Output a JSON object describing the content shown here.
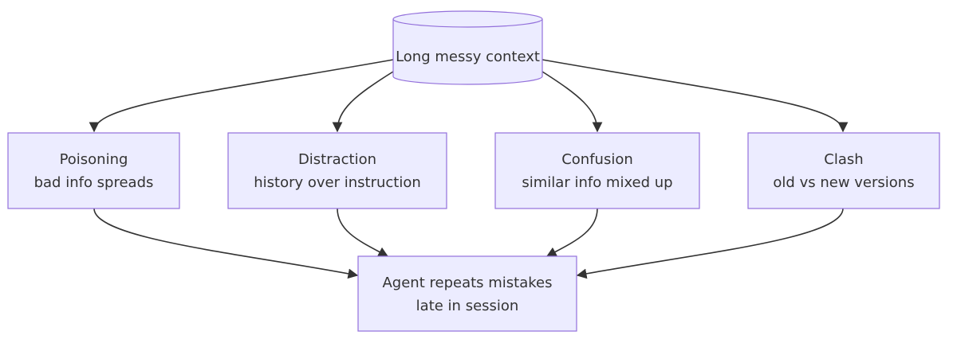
{
  "source": {
    "label": "Long messy context"
  },
  "causes": [
    {
      "title": "Poisoning",
      "subtitle": "bad info spreads"
    },
    {
      "title": "Distraction",
      "subtitle": "history over instruction"
    },
    {
      "title": "Confusion",
      "subtitle": "similar info mixed up"
    },
    {
      "title": "Clash",
      "subtitle": "old vs new versions"
    }
  ],
  "outcome": {
    "line1": "Agent repeats mistakes",
    "line2": "late in session"
  },
  "colors": {
    "node_fill": "#ECECFF",
    "node_stroke": "#9370DB",
    "edge": "#333333",
    "text": "#333333"
  }
}
